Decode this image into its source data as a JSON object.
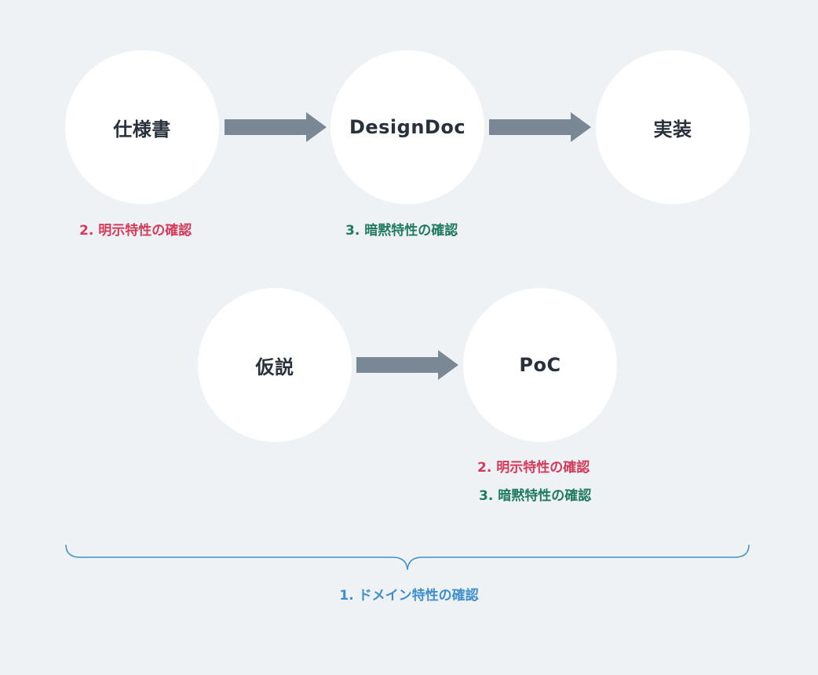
{
  "flow_top": {
    "nodes": [
      "仕様書",
      "DesignDoc",
      "実装"
    ],
    "notes": [
      "2. 明示特性の確認",
      "3. 暗黙特性の確認"
    ]
  },
  "flow_bottom": {
    "nodes": [
      "仮説",
      "PoC"
    ],
    "notes": [
      "2. 明示特性の確認",
      "3. 暗黙特性の確認"
    ]
  },
  "brace": {
    "label": "1. ドメイン特性の確認"
  },
  "colors": {
    "background": "#eff2f5",
    "node_fill": "#ffffff",
    "node_text": "#28313b",
    "arrow": "#7a8794",
    "explicit_note": "#d53a5a",
    "implicit_note": "#1f7a62",
    "domain_brace": "#3f8fce"
  },
  "icons": [
    "right-arrow-icon",
    "right-arrow-icon",
    "right-arrow-icon",
    "curly-brace-icon"
  ]
}
